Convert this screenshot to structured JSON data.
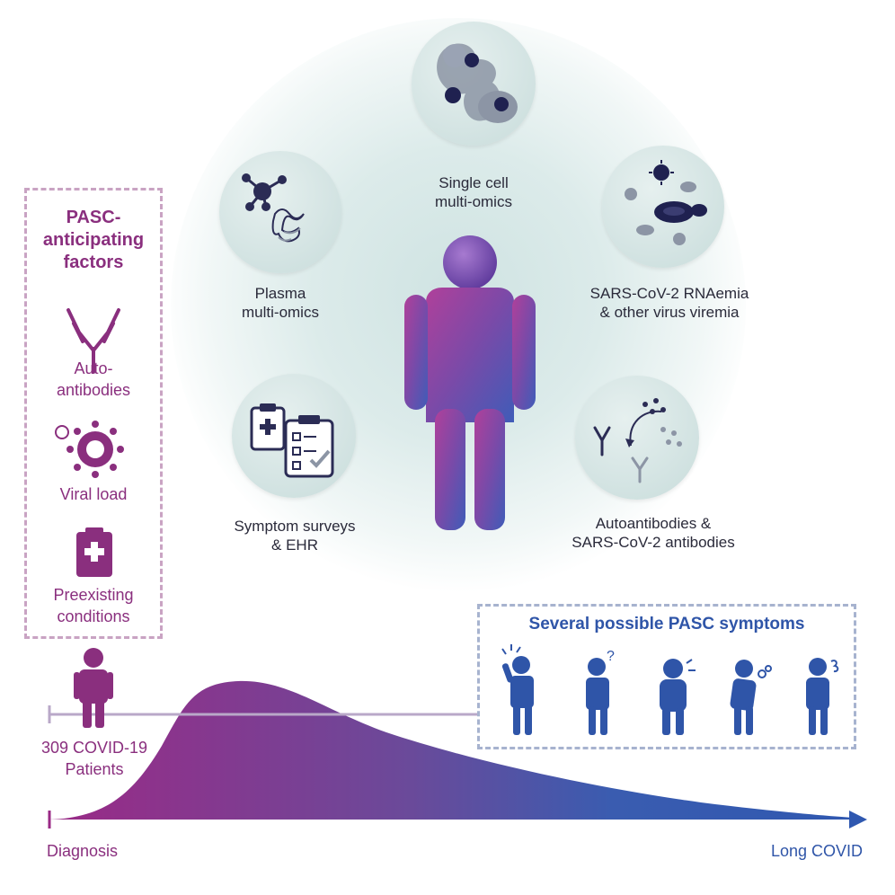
{
  "colors": {
    "purple": "#8a2f7e",
    "blue": "#2f55a8",
    "bubble_icon": "#2b2c55",
    "bubble_icon_light": "#8c95a5"
  },
  "center": {
    "single_cell": "Single cell\nmulti-omics",
    "plasma": "Plasma\nmulti-omics",
    "rnaemia": "SARS-CoV-2 RNAemia\n& other virus viremia",
    "surveys": "Symptom surveys\n& EHR",
    "antibodies": "Autoantibodies &\nSARS-CoV-2 antibodies"
  },
  "factors": {
    "title": "PASC-\nanticipating\nfactors",
    "autoantibodies": "Auto-\nantibodies",
    "viral_load": "Viral load",
    "preexisting": "Preexisting\nconditions"
  },
  "patients": "309 COVID-19\nPatients",
  "symptoms": {
    "title": "Several possible PASC symptoms"
  },
  "timeline": {
    "start": "Diagnosis",
    "end": "Long COVID"
  }
}
